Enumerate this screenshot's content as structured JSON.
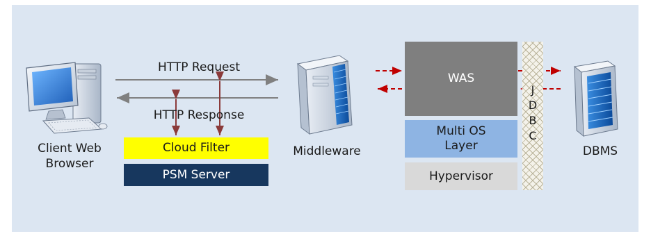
{
  "labels": {
    "client": [
      "Client Web",
      "Browser"
    ],
    "http_request": "HTTP Request",
    "http_response": "HTTP Response",
    "middleware": "Middleware",
    "dbms": "DBMS"
  },
  "boxes": {
    "cloud_filter": "Cloud Filter",
    "psm_server": "PSM Server",
    "was": "WAS",
    "multi_os": [
      "Multi OS",
      "Layer"
    ],
    "hypervisor": "Hypervisor"
  },
  "jdbc_letters": [
    "J",
    "D",
    "B",
    "C"
  ],
  "colors": {
    "background": "#dce6f2",
    "cloud_filter": "#ffff00",
    "psm_server": "#17375e",
    "was": "#7f7f7f",
    "multi_os": "#8eb4e3",
    "hypervisor": "#d9d9d9",
    "request_arrow": "#808080",
    "filter_arrow": "#8b3a3a",
    "jdbc_arrow": "#c00000"
  },
  "icons": {
    "client": "desktop-computer-icon",
    "middleware": "server-tower-icon",
    "dbms": "database-server-icon"
  }
}
